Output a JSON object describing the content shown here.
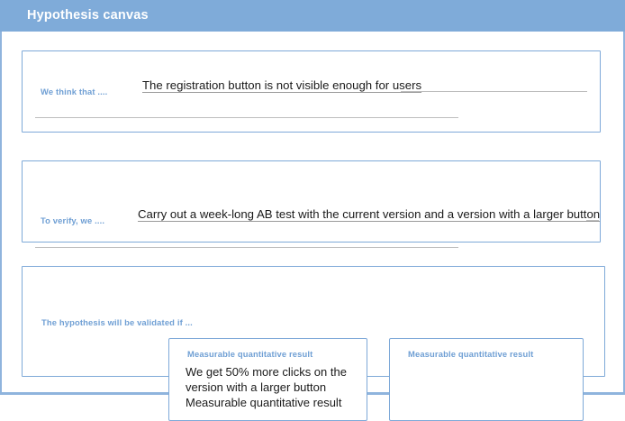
{
  "header": {
    "title": "Hypothesis canvas",
    "background_color": "#7fabd9",
    "text_color": "#ffffff"
  },
  "theme": {
    "border_color": "#7ea9d8",
    "label_color": "#6f9fd4",
    "rule_color": "#bdbdbd",
    "body_text_color": "#1a1a1a",
    "page_background": "#ffffff"
  },
  "sections": [
    {
      "id": "think",
      "label": "We think that ....",
      "answer": "The registration button is not visible enough for users",
      "blank_lines": 2
    },
    {
      "id": "verify",
      "label": "To verify, we ....",
      "answer": "Carry out a week-long AB test with the current version and a version with a larger button",
      "blank_lines": 2
    },
    {
      "id": "validated",
      "label": "The hypothesis will be validated if ...",
      "answer": "",
      "blank_lines": 0
    }
  ],
  "result_cards": [
    {
      "id": "card-one",
      "label": "Measurable quantitative result",
      "body": "We get 50% more clicks on the version with a larger button Measurable quantitative result"
    },
    {
      "id": "card-two",
      "label": "Measurable quantitative result",
      "body": ""
    }
  ]
}
